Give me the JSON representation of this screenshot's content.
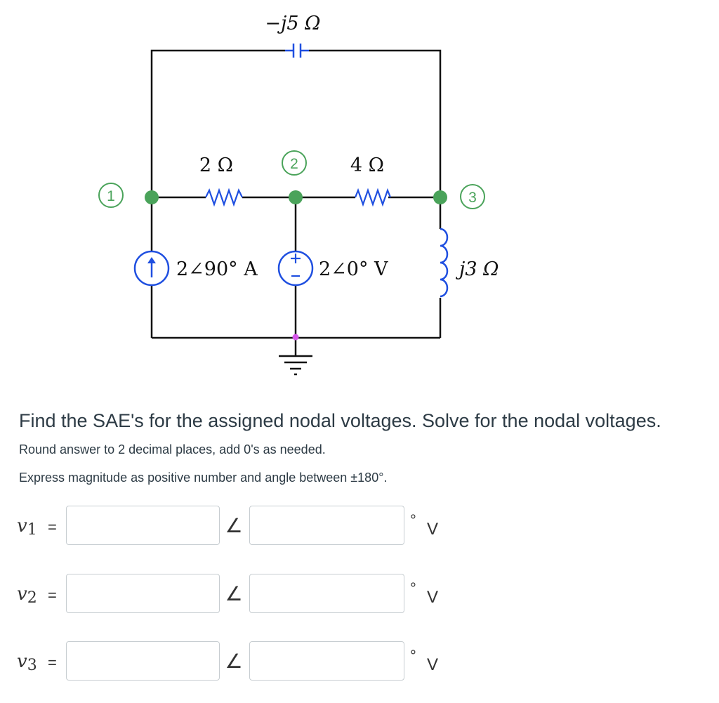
{
  "circuit": {
    "capacitor_label": "−j5 Ω",
    "r1_label": "2 Ω",
    "r2_label": "4 Ω",
    "inductor_label": "j3 Ω",
    "current_source_label": "2∠90° A",
    "voltage_source_label": "2∠0° V",
    "nodes": [
      "1",
      "2",
      "3"
    ],
    "colors": {
      "wire": "#111111",
      "component": "#1f4fe0",
      "node": "#4aa35a",
      "ground_dot": "#d455e8"
    }
  },
  "question": {
    "title": "Find the SAE's for the assigned nodal voltages. Solve for the nodal voltages.",
    "note1": "Round answer to 2 decimal places, add 0's as needed.",
    "note2": "Express magnitude as positive number and angle between ±180°."
  },
  "answers": [
    {
      "var": "v",
      "sub": "1",
      "eq": "=",
      "angle_symbol": "∠",
      "degree": "°",
      "unit": "V",
      "magnitude": "",
      "angle": ""
    },
    {
      "var": "v",
      "sub": "2",
      "eq": "=",
      "angle_symbol": "∠",
      "degree": "°",
      "unit": "V",
      "magnitude": "",
      "angle": ""
    },
    {
      "var": "v",
      "sub": "3",
      "eq": "=",
      "angle_symbol": "∠",
      "degree": "°",
      "unit": "V",
      "magnitude": "",
      "angle": ""
    }
  ]
}
